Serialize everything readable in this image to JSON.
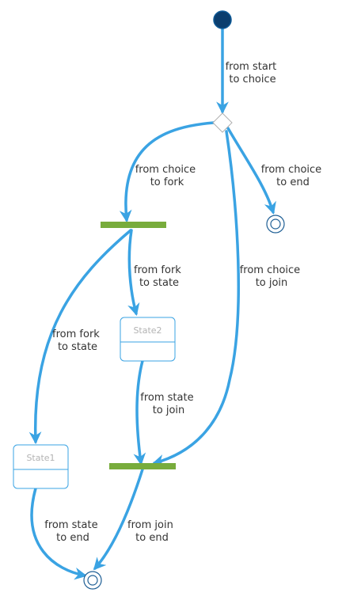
{
  "colors": {
    "edge": "#3aa3e3",
    "initial_fill": "#0b3e6e",
    "initial_stroke": "#0e5a97",
    "state_border": "#3aa3e3",
    "state_text": "#b3b3b3",
    "bar": "#78ac3c",
    "label": "#333333",
    "choice_border": "#b0b0b0",
    "final": "#1f5f95"
  },
  "states": {
    "state1": "State1",
    "state2": "State2"
  },
  "transitions": {
    "start_choice": [
      "from start",
      "to choice"
    ],
    "choice_fork": [
      "from choice",
      "to fork"
    ],
    "choice_end": [
      "from choice",
      "to end"
    ],
    "fork_state2": [
      "from fork",
      "to state"
    ],
    "choice_join": [
      "from choice",
      "to join"
    ],
    "fork_state1": [
      "from fork",
      "to state"
    ],
    "state2_join": [
      "from state",
      "to join"
    ],
    "state1_end": [
      "from state",
      "to end"
    ],
    "join_end": [
      "from join",
      "to end"
    ]
  }
}
